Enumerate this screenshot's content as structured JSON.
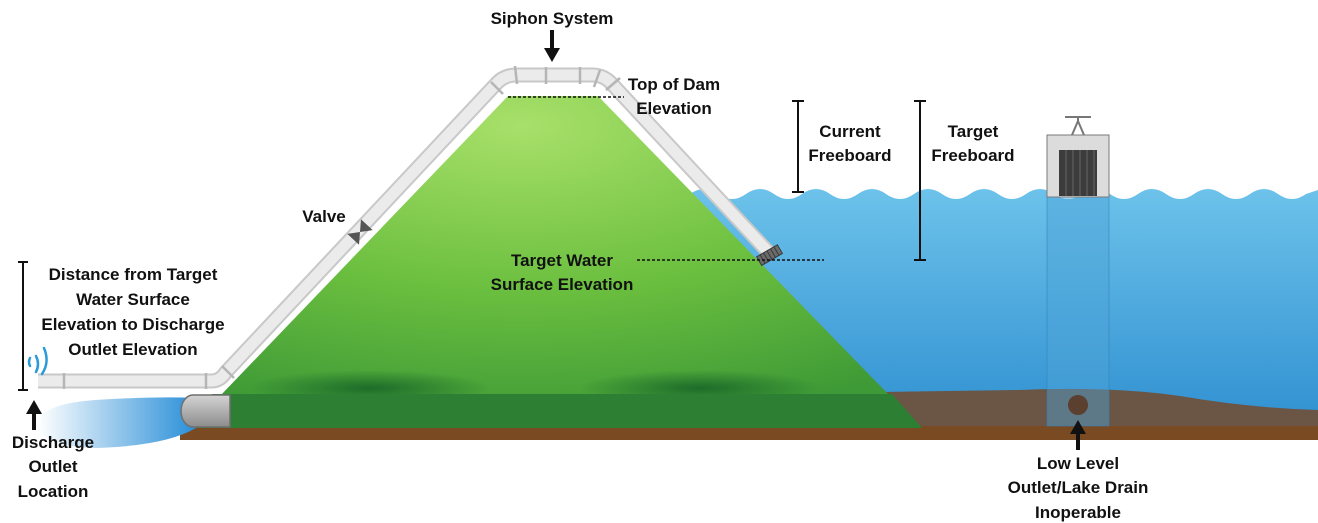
{
  "labels": {
    "siphon_system": "Siphon System",
    "top_of_dam_1": "Top of Dam",
    "top_of_dam_2": "Elevation",
    "current_freeboard_1": "Current",
    "current_freeboard_2": "Freeboard",
    "target_freeboard_1": "Target",
    "target_freeboard_2": "Freeboard",
    "valve": "Valve",
    "target_wse_1": "Target Water",
    "target_wse_2": "Surface Elevation",
    "distance_1": "Distance from Target",
    "distance_2": "Water Surface",
    "distance_3": "Elevation to Discharge",
    "distance_4": "Outlet Elevation",
    "discharge_1": "Discharge",
    "discharge_2": "Outlet",
    "discharge_3": "Location",
    "low_level_1": "Low Level",
    "low_level_2": "Outlet/Lake Drain",
    "low_level_3": "Inoperable"
  },
  "colors": {
    "dam_light": "#9bdc5f",
    "dam_dark": "#2f8a2e",
    "water_top": "#6cc2ea",
    "water_bottom": "#2f8fd0",
    "ground": "#7a4a22",
    "sediment": "#6b5545",
    "pipe": "#e6e6e6",
    "pipe_outline": "#c8c8c8",
    "text": "#111111"
  },
  "icons": [
    "arrow-down-icon",
    "arrow-up-icon",
    "valve-icon",
    "intake-screen-icon",
    "spray-icon",
    "intake-tower-icon"
  ]
}
